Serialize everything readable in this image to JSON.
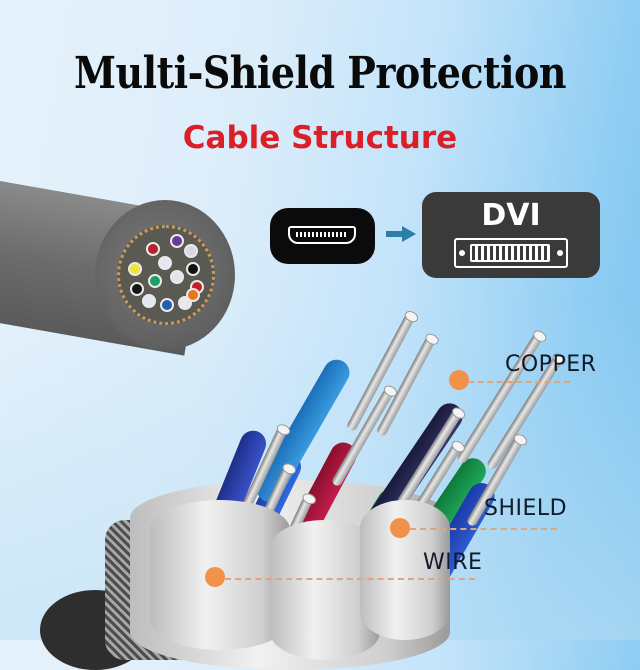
{
  "header": {
    "title": "Multi-Shield Protection",
    "subtitle": "Cable Structure"
  },
  "connectors": {
    "source": {
      "icon": "hdmi-port-icon"
    },
    "arrow": {
      "icon": "arrow-right-icon",
      "color": "#2b7fa8"
    },
    "target": {
      "label": "DVI",
      "icon": "dvi-port-icon"
    }
  },
  "callouts": [
    {
      "label": "COPPER",
      "dot_color": "#f2914a"
    },
    {
      "label": "SHIELD",
      "dot_color": "#f2914a"
    },
    {
      "label": "WIRE",
      "dot_color": "#f2914a"
    }
  ],
  "colors": {
    "title": "#0a0a0a",
    "subtitle": "#dc1e27",
    "callout_text": "#101a2a",
    "dvi_box": "#3a3a3a",
    "hdmi_box": "#0b0b0b"
  }
}
